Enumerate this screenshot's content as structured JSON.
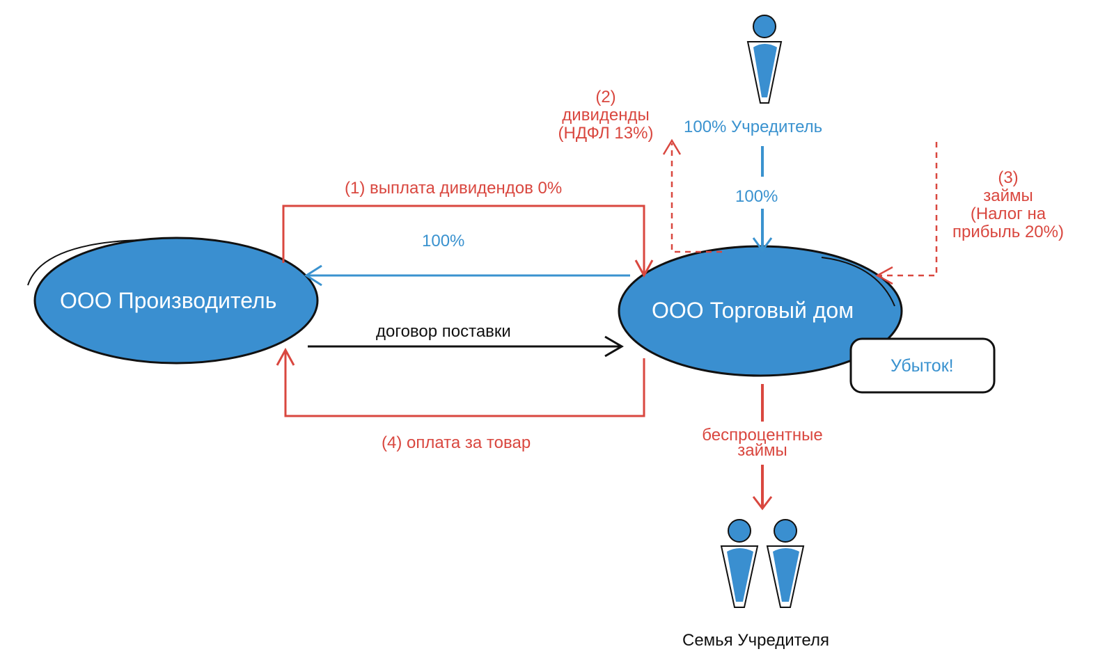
{
  "nodes": {
    "producer": "ООО Производитель",
    "trading_house": "ООО Торговый дом",
    "loss_box": "Убыток!"
  },
  "founder": {
    "label": "100% Учредитель",
    "share_label": "100%"
  },
  "family": {
    "label": "Семья Учредителя"
  },
  "flows": {
    "dividends_0": "(1) выплата дивидендов 0%",
    "ownership_100": "100%",
    "supply_contract": "договор поставки",
    "payment_goods": "(4) оплата за товар",
    "dividends_ndfl": [
      "(2)",
      "дивиденды",
      "(НДФЛ 13%)"
    ],
    "loans_tax": [
      "(3)",
      "займы",
      "(Налог на",
      "прибыль 20%)"
    ],
    "interest_free_loans": [
      "беспроцентные",
      "займы"
    ]
  },
  "colors": {
    "node_fill": "#3a8fd0",
    "red": "#d9473f",
    "blue": "#3a92cf",
    "black": "#111111"
  }
}
